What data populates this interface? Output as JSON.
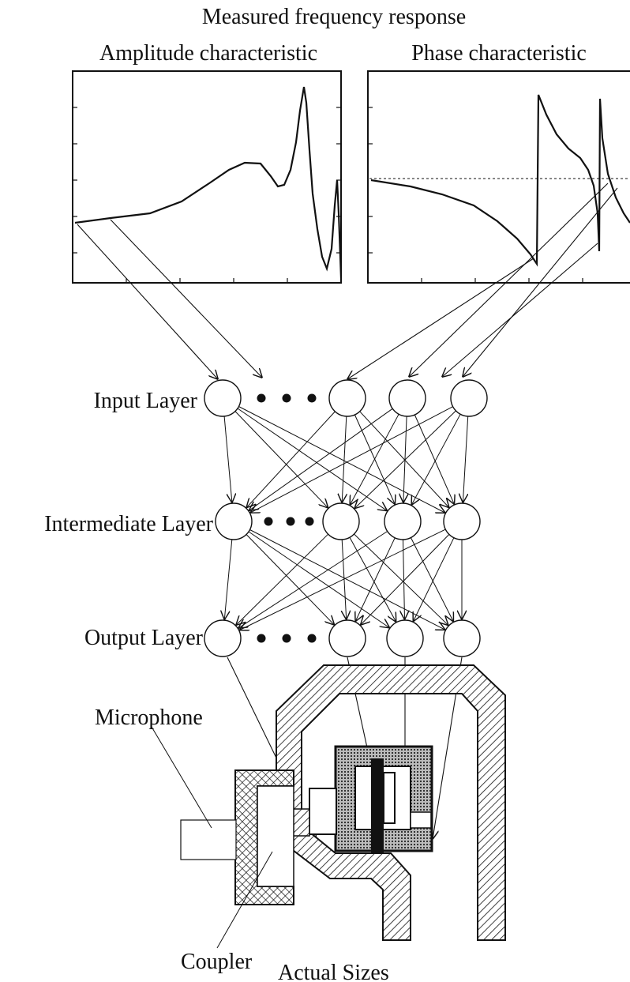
{
  "title": "Measured frequency response",
  "panels": {
    "amplitude_title": "Amplitude characteristic",
    "phase_title": "Phase characteristic"
  },
  "layers": {
    "input": "Input Layer",
    "intermediate": "Intermediate Layer",
    "output": "Output Layer"
  },
  "labels": {
    "microphone": "Microphone",
    "coupler": "Coupler",
    "actual_sizes": "Actual Sizes"
  },
  "colors": {
    "ink": "#111111",
    "background": "#ffffff"
  }
}
